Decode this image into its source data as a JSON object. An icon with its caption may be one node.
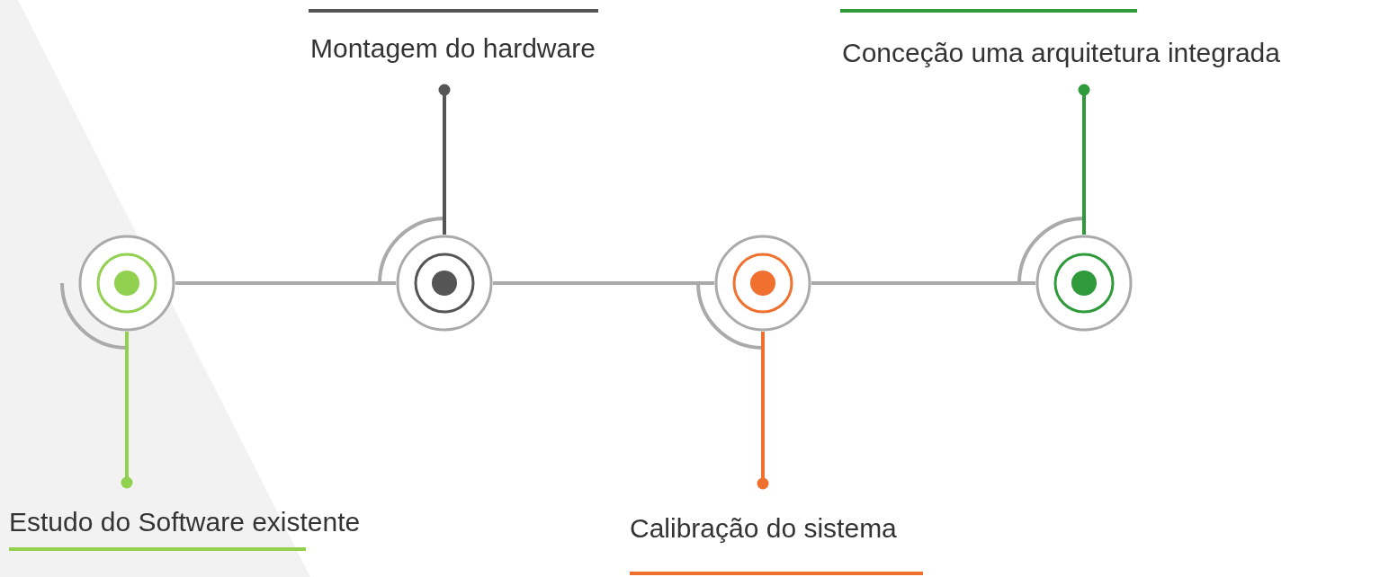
{
  "diagram": {
    "nodes": [
      {
        "text": [
          "Estudo do Software existente"
        ]
      },
      {
        "text": [
          "Montagem do hardware"
        ]
      },
      {
        "text": [
          "Calibração do sistema"
        ]
      },
      {
        "text": [
          "Conceção uma arquitetura integrada"
        ]
      },
      {
        "text": [],
        "shape": "circle"
      },
      {
        "text": [],
        "shape": "circle"
      },
      {
        "text": [],
        "shape": "circle"
      },
      {
        "text": [],
        "shape": "circle"
      }
    ],
    "edges": [
      {
        "from": 4,
        "to": 5,
        "arrow": "none"
      },
      {
        "from": 5,
        "to": 6,
        "arrow": "none"
      },
      {
        "from": 6,
        "to": 7,
        "arrow": "none"
      },
      {
        "from": 0,
        "to": 4,
        "arrow": "other",
        "color": "#92d050"
      },
      {
        "from": 1,
        "to": 5,
        "arrow": "other",
        "color": "#555555"
      },
      {
        "from": 2,
        "to": 6,
        "arrow": "other",
        "color": "#f07030"
      },
      {
        "from": 3,
        "to": 7,
        "arrow": "other",
        "color": "#2e9a3a"
      }
    ]
  }
}
